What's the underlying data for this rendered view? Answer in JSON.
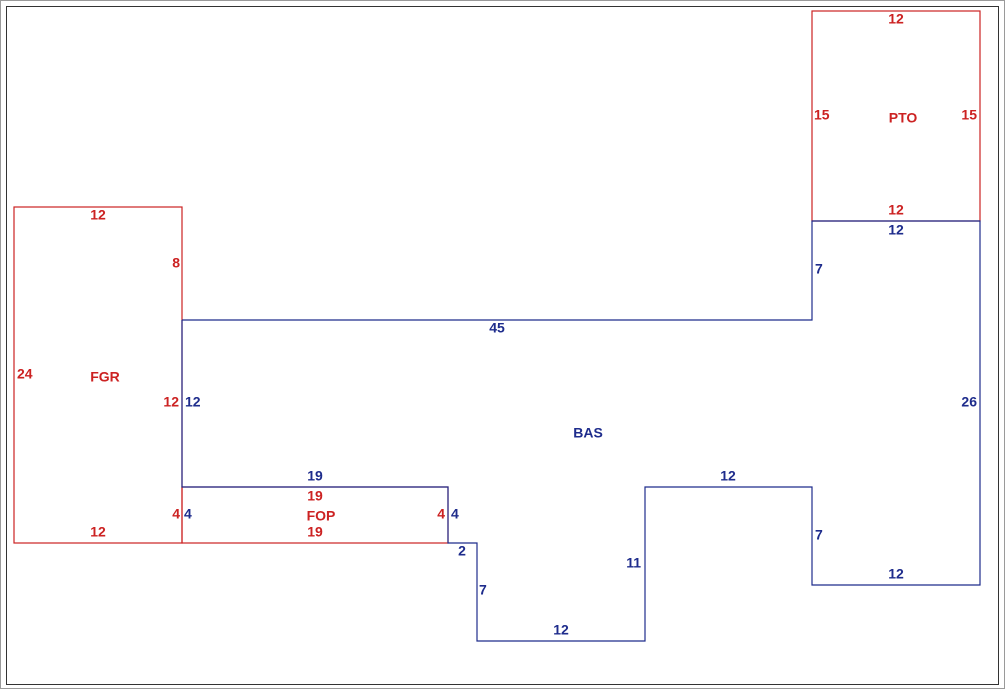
{
  "colors": {
    "red": "#cc2222",
    "blue": "#1e2c8c",
    "frame": "#333333"
  },
  "areas": {
    "pto": {
      "name": "PTO",
      "top": "12",
      "left": "15",
      "right": "15",
      "bottom": "12"
    },
    "fgr": {
      "name": "FGR",
      "top": "12",
      "right": "8",
      "left": "24",
      "inner_right": "12",
      "small": "4",
      "bottom": "12"
    },
    "fop": {
      "name": "FOP",
      "top": "19",
      "bottom": "19",
      "left": "4",
      "right": "4"
    },
    "bas": {
      "name": "BAS",
      "top_right": "12",
      "right_upper": "7",
      "top": "45",
      "left": "12",
      "right": "26",
      "fop_top": "19",
      "fop_left": "4",
      "fop_right": "4",
      "step": "2",
      "notch_left": "7",
      "notch_bottom": "12",
      "notch_right": "11",
      "bump_top": "12",
      "bump_left": "7",
      "bump_bottom": "12"
    }
  }
}
